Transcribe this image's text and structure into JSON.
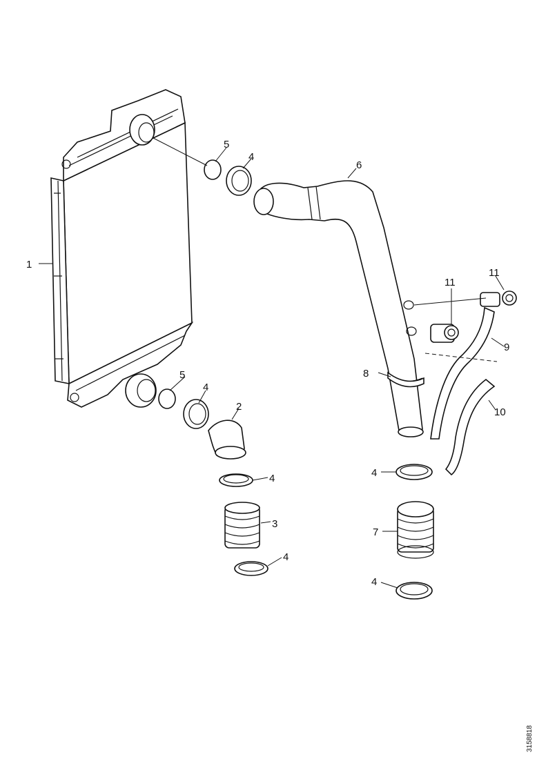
{
  "figure_id": "3158818",
  "callouts": {
    "c1": "1",
    "c2": "2",
    "c3": "3",
    "c4a": "4",
    "c4b": "4",
    "c4c": "4",
    "c4d": "4",
    "c4e": "4",
    "c4f": "4",
    "c5a": "5",
    "c5b": "5",
    "c6": "6",
    "c7": "7",
    "c8": "8",
    "c9": "9",
    "c10": "10",
    "c11a": "11",
    "c11b": "11"
  }
}
